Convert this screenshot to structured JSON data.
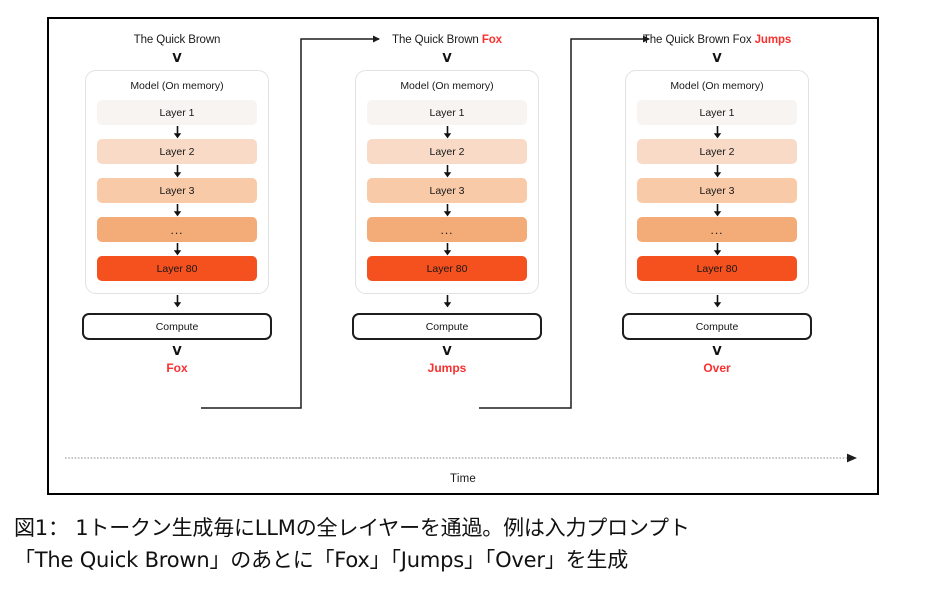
{
  "figure": {
    "columns": [
      {
        "header_prefix": "The Quick Brown",
        "header_new_token": "",
        "model_title": "Model (On memory)",
        "compute_label": "Compute",
        "output_token": "Fox"
      },
      {
        "header_prefix": "The Quick Brown ",
        "header_new_token": "Fox",
        "model_title": "Model (On memory)",
        "compute_label": "Compute",
        "output_token": "Jumps"
      },
      {
        "header_prefix": "The Quick Brown Fox ",
        "header_new_token": "Jumps",
        "model_title": "Model (On memory)",
        "compute_label": "Compute",
        "output_token": "Over"
      }
    ],
    "layers": [
      {
        "label": "Layer 1",
        "color": "#f7f4f1"
      },
      {
        "label": "Layer 2",
        "color": "#f8dac6"
      },
      {
        "label": "Layer 3",
        "color": "#f9caa8"
      },
      {
        "label": "...",
        "color": "#f3ab77"
      },
      {
        "label": "Layer 80",
        "color": "#f4511e"
      }
    ],
    "chevron_glyph": "V",
    "time_axis_label": "Time",
    "colors": {
      "new_token_red": "#f8312f",
      "frame_black": "#000000",
      "panel_border": "#e2e2e2",
      "time_axis_gray": "#b4b4b4"
    }
  },
  "caption": {
    "line1": "図1： 1トークン生成毎にLLMの全レイヤーを通過。例は入力プロンプト",
    "line2": "「The Quick Brown」のあとに「Fox」「Jumps」「Over」を生成"
  }
}
